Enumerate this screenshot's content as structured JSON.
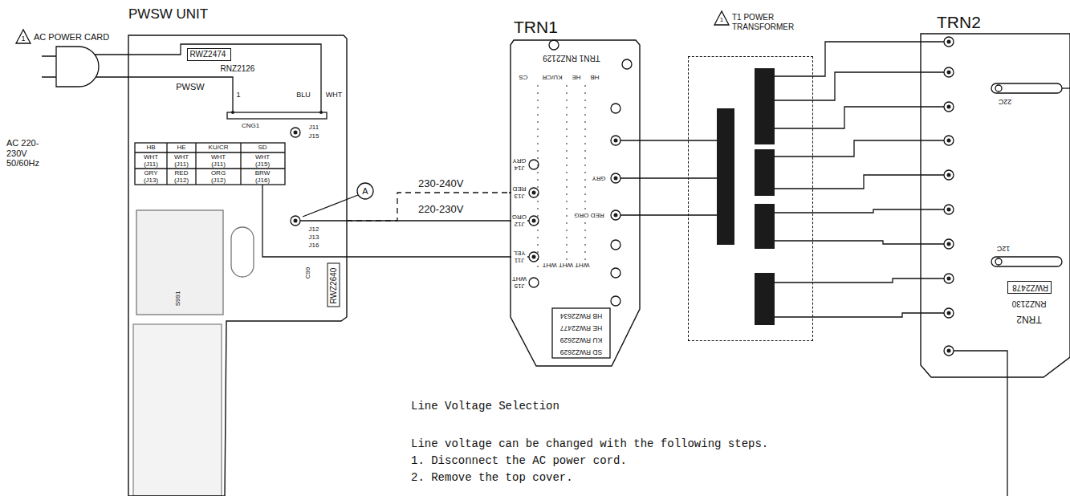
{
  "diagram": {
    "nodes": [
      {
        "text": [
          "PWSW UNIT"
        ]
      },
      {
        "text": [
          "RWZ2474"
        ],
        "in": 0
      },
      {
        "text": [
          "RWZ2640"
        ],
        "in": 0
      },
      {
        "text": [
          "TRN1"
        ]
      },
      {
        "text": [
          "T1 POWER TRANSFORMER"
        ]
      },
      {
        "text": [
          "TRN2"
        ]
      },
      {
        "text": [
          "RWZ2478"
        ],
        "in": 5
      }
    ],
    "edges": [
      {
        "from": 0,
        "to": 3,
        "arrow": "none",
        "label": "230-240V"
      },
      {
        "from": 0,
        "to": 3,
        "arrow": "none",
        "label": "220-230V"
      },
      {
        "from": 0,
        "to": 3,
        "arrow": "none"
      },
      {
        "from": 3,
        "to": 4,
        "arrow": "none"
      },
      {
        "from": 3,
        "to": 4,
        "arrow": "none"
      },
      {
        "from": 3,
        "to": 4,
        "arrow": "none"
      },
      {
        "from": 4,
        "to": 5,
        "arrow": "none"
      },
      {
        "from": 4,
        "to": 5,
        "arrow": "none"
      },
      {
        "from": 4,
        "to": 5,
        "arrow": "none"
      },
      {
        "from": 4,
        "to": 5,
        "arrow": "none"
      },
      {
        "from": 4,
        "to": 5,
        "arrow": "none"
      },
      {
        "from": 4,
        "to": 5,
        "arrow": "none"
      },
      {
        "from": 4,
        "to": 5,
        "arrow": "none"
      },
      {
        "from": 4,
        "to": 5,
        "arrow": "none"
      },
      {
        "from": 4,
        "to": 5,
        "arrow": "none"
      }
    ],
    "labels": [
      "1",
      "AC POWER CARD",
      "AC 220-230V 50/60Hz",
      "RNZ2126",
      "PWSW",
      "1",
      "BLU",
      "WHT",
      "CNG1",
      "HB",
      "HE",
      "KU/CR",
      "SD",
      "WHT (J11)",
      "WHT (J11)",
      "WHT (J11)",
      "WHT (J15)",
      "GRY (J13)",
      "RED (J12)",
      "ORG (J12)",
      "BRW (J16)",
      "J11",
      "J15",
      "J12",
      "J13",
      "J16",
      "C99",
      "S991",
      "A",
      "TRN1 RNZ2129",
      "HB",
      "HE",
      "KU/CR",
      "CS",
      "J14 GRY",
      "J13 RED",
      "J12 ORG",
      "J11 YEL",
      "J15 WHT",
      "GRY",
      "RED ORG",
      "WHT WHT WHT",
      "HB RWZ2634",
      "HE RWZ2477",
      "KU RWZ2629",
      "SD RWZ2629",
      "22C",
      "12C",
      "RNZ2130",
      "TRN2",
      "Line Voltage Selection",
      "Line voltage can be changed with the following steps.",
      "1. Disconnect the AC power cord.",
      "2. Remove the top cover.",
      "1"
    ]
  }
}
